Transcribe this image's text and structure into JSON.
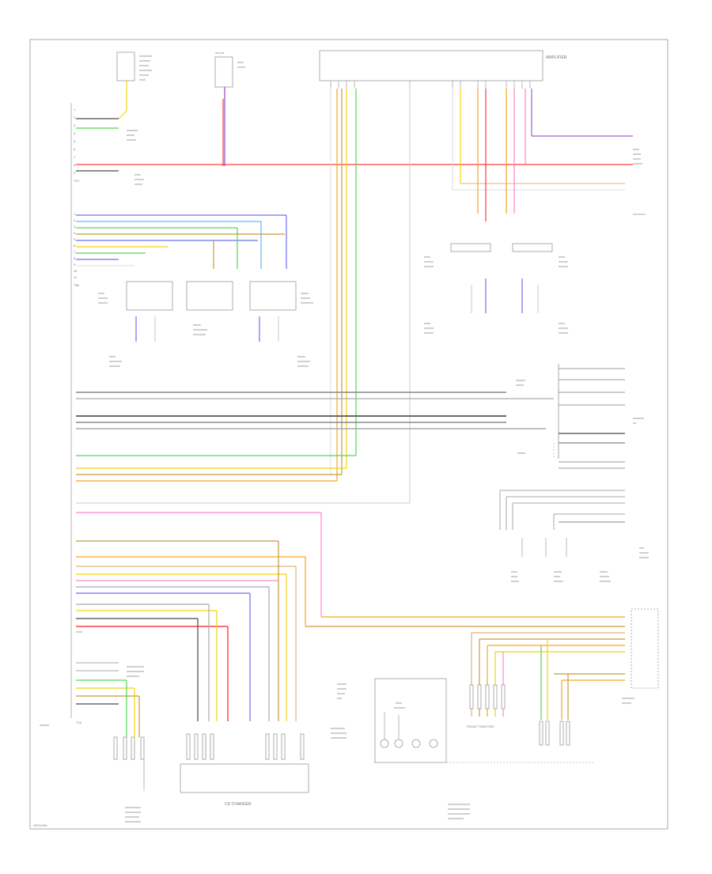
{
  "labels": {
    "ground": "GROUND",
    "amplifier": "AMPLIFIER",
    "front_tweeter": "FRONT TWEETER",
    "cd_changer": "CD CHANGER"
  },
  "wire_colors": {
    "red": "#ff3b3b",
    "orange": "#f5a623",
    "yellow": "#f2d40a",
    "green": "#54d654",
    "blue": "#6f6ff0",
    "violet": "#a060d0",
    "pink": "#ff86c8",
    "brown": "#c89a3a",
    "black": "#4a4a4a",
    "gray": "#aaaaaa",
    "light_blue": "#66b8f0",
    "white": "#dddddd",
    "tan": "#e2b47a"
  }
}
